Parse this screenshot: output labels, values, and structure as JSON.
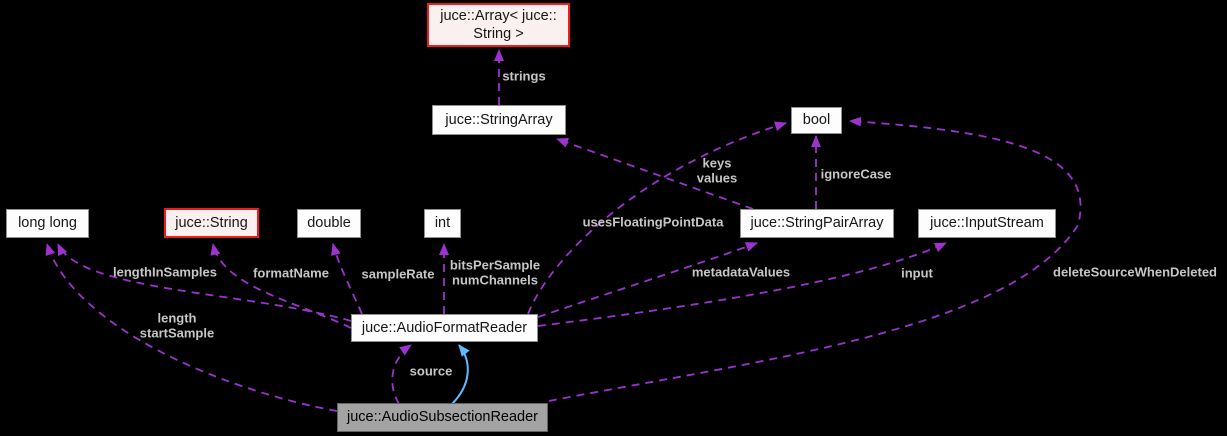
{
  "diagram": {
    "title_class": "juce::AudioSubsectionReader collaboration graph",
    "colors": {
      "background": "#000000",
      "usage_edge_purple": "#9c33cf",
      "inheritance_edge_blue": "#63b8ff",
      "edge_label_gray": "#c6c6c6",
      "highlight_node_border_red": "#ee1c1c",
      "highlight_node_fill_pink": "#fbf0f0",
      "current_node_fill_gray": "#a3a3a3"
    },
    "nodes": {
      "array_string": {
        "label": "juce::Array< juce::\nString >"
      },
      "string_array": {
        "label": "juce::StringArray"
      },
      "long_long": {
        "label": "long long"
      },
      "juce_string": {
        "label": "juce::String"
      },
      "double": {
        "label": "double"
      },
      "int": {
        "label": "int"
      },
      "string_pair_array": {
        "label": "juce::StringPairArray"
      },
      "input_stream": {
        "label": "juce::InputStream"
      },
      "bool": {
        "label": "bool"
      },
      "audio_format_reader": {
        "label": "juce::AudioFormatReader"
      },
      "audio_subsection_reader": {
        "label": "juce::AudioSubsectionReader"
      }
    },
    "edge_labels": {
      "strings": "strings",
      "keys_values": "keys\nvalues",
      "ignore_case": "ignoreCase",
      "uses_floating_point_data": "usesFloatingPointData",
      "length_in_samples": "lengthInSamples",
      "format_name": "formatName",
      "sample_rate": "sampleRate",
      "bits_per_sample_num_channels": "bitsPerSample\nnumChannels",
      "metadata_values": "metadataValues",
      "input": "input",
      "delete_source_when_deleted": "deleteSourceWhenDeleted",
      "length_start_sample": "length\nstartSample",
      "source": "source"
    }
  }
}
